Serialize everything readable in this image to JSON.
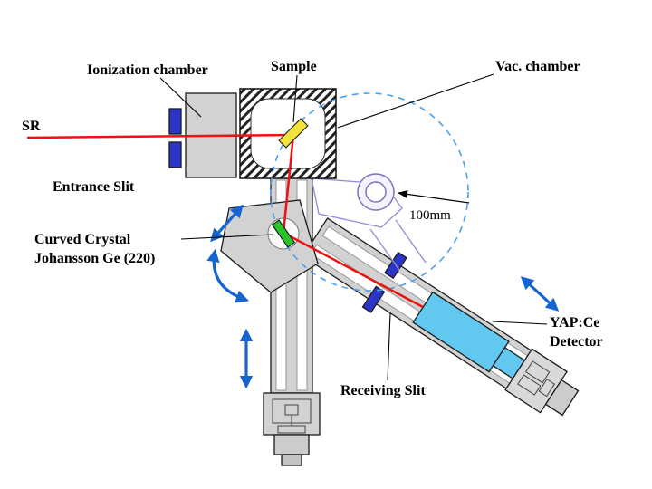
{
  "diagram": {
    "labels": {
      "sr": "SR",
      "ionization_chamber": "Ionization chamber",
      "sample": "Sample",
      "vac_chamber": "Vac. chamber",
      "entrance_slit": "Entrance Slit",
      "curved_crystal_line1": "Curved Crystal",
      "curved_crystal_line2": "Johansson Ge (220)",
      "radius": "100mm",
      "receiving_slit": "Receiving Slit",
      "detector_line1": "YAP:Ce",
      "detector_line2": "Detector"
    },
    "colors": {
      "beam_red": "#ee1111",
      "slit_blue": "#2b35c8",
      "sample_yellow": "#f2e23a",
      "crystal_green": "#2bc32b",
      "detector_cyan": "#63c8f0",
      "motion_arrow_blue": "#1464d2",
      "rowland_circle_blue": "#4da0f0",
      "linkage_purple": "#9b8fd4",
      "structure_gray": "#d2d2d2"
    }
  }
}
